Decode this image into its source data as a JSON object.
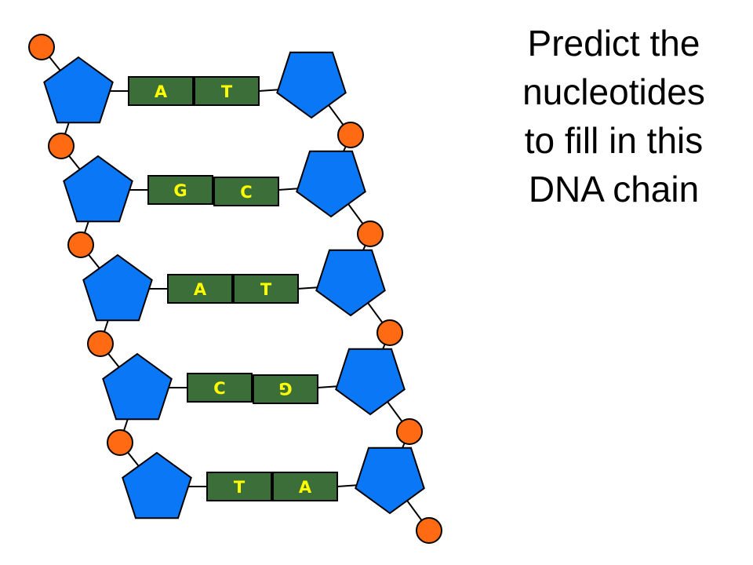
{
  "slide": {
    "title_lines": [
      "Predict the",
      "nucleotides",
      "to fill in this",
      "DNA chain"
    ]
  },
  "diagram": {
    "base_pairs": [
      {
        "left": "A",
        "right": "T",
        "right_flipped": false
      },
      {
        "left": "G",
        "right": "C",
        "right_flipped": false
      },
      {
        "left": "A",
        "right": "T",
        "right_flipped": false
      },
      {
        "left": "C",
        "right": "G",
        "right_flipped": true
      },
      {
        "left": "T",
        "right": "A",
        "right_flipped": false
      }
    ],
    "colors": {
      "phosphate": "#ff6a12",
      "sugar": "#0a78f6",
      "base": "#3c6e3a",
      "base_text": "#ffff00",
      "outline": "#000000"
    }
  }
}
